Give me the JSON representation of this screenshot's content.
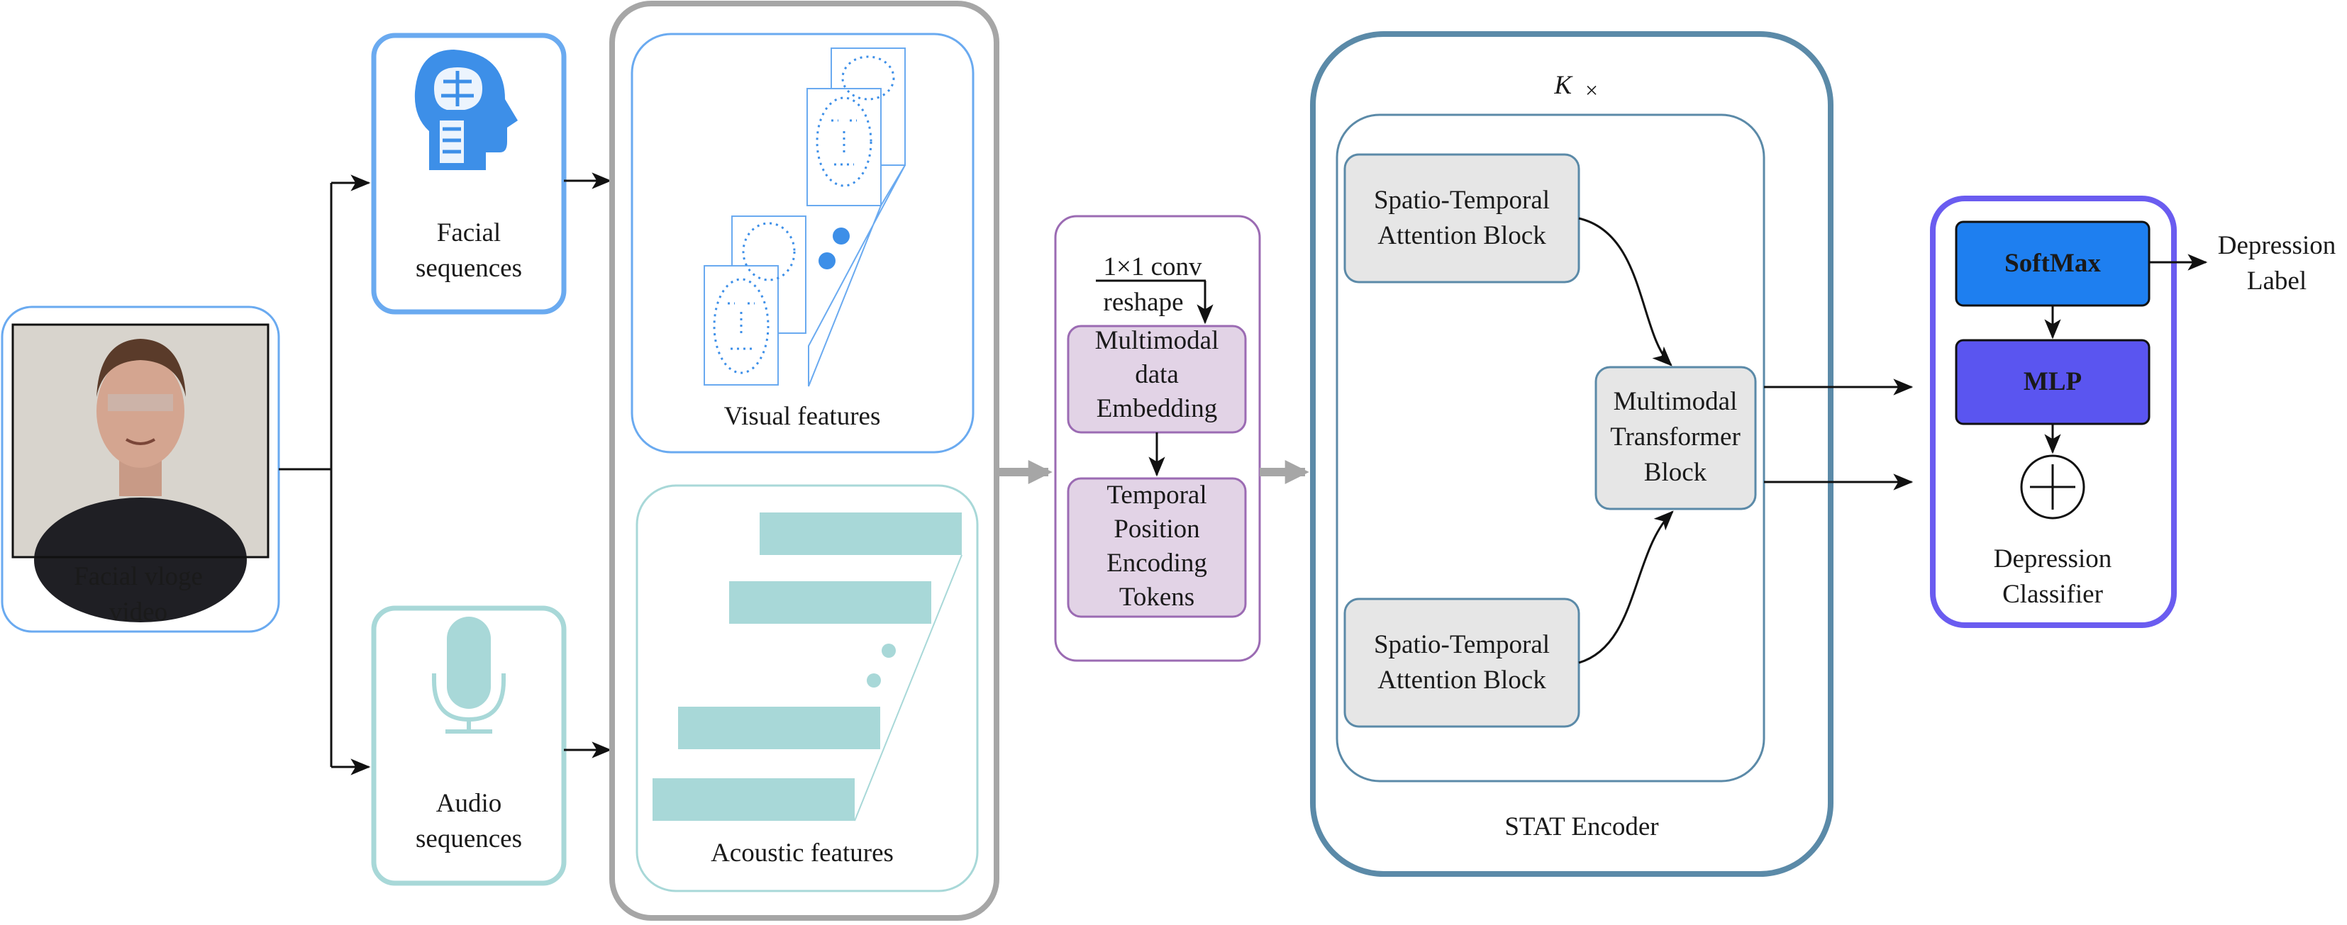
{
  "input": {
    "label_line1": "Facial vloge",
    "label_line2": "video"
  },
  "facial_seq": {
    "line1": "Facial",
    "line2": "sequences",
    "icon": "brain-head-icon"
  },
  "audio_seq": {
    "line1": "Audio",
    "line2": "sequences",
    "icon": "microphone-icon"
  },
  "features": {
    "visual_label": "Visual features",
    "acoustic_label": "Acoustic features"
  },
  "embedding": {
    "conv_label": "1×1 conv",
    "reshape_label": "reshape",
    "embed_line1": "Multimodal",
    "embed_line2": "data",
    "embed_line3": "Embedding",
    "pos_line1": "Temporal",
    "pos_line2": "Position",
    "pos_line3": "Encoding",
    "pos_line4": "Tokens"
  },
  "encoder": {
    "repeat_k": "K",
    "repeat_times": "×",
    "st_block_line1": "Spatio-Temporal",
    "st_block_line2": "Attention Block",
    "mt_line1": "Multimodal",
    "mt_line2": "Transformer",
    "mt_line3": "Block",
    "label": "STAT Encoder"
  },
  "classifier": {
    "softmax": "SoftMax",
    "mlp": "MLP",
    "label_line1": "Depression",
    "label_line2": "Classifier"
  },
  "output": {
    "line1": "Depression",
    "line2": "Label"
  },
  "colors": {
    "blue": "#6aaaf0",
    "teal": "#a8d8d8",
    "gray": "#a6a6a6",
    "purple": "#9b6bb3",
    "purple_fill": "#e2d3e6",
    "steel": "#5b8aa8",
    "block_fill": "#e6e6e6",
    "softmax": "#1e7ff0",
    "mlp": "#5a55f0",
    "classifier_border": "#6a5cf0"
  }
}
